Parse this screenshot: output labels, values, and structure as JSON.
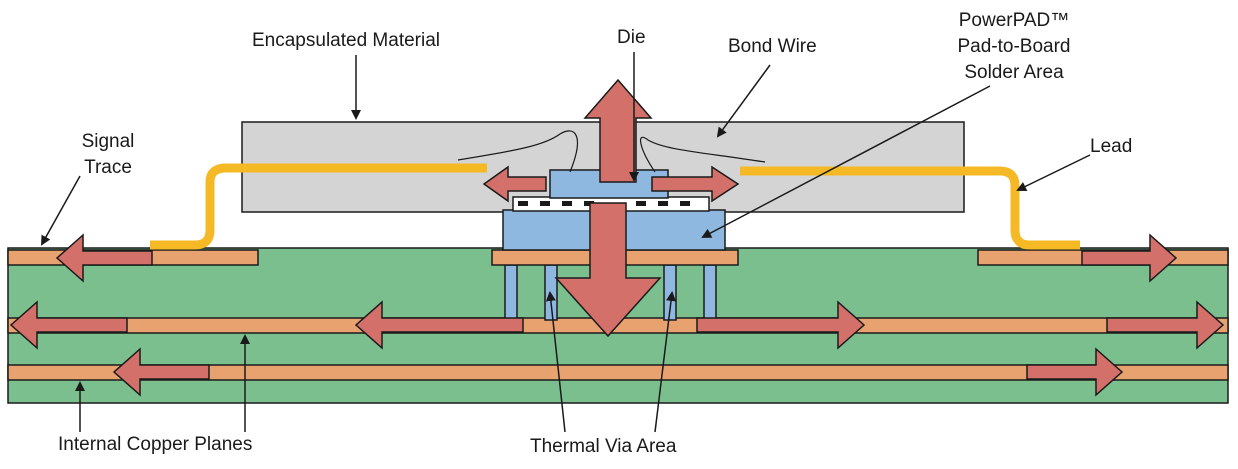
{
  "labels": {
    "encapsulated_material": "Encapsulated Material",
    "die": "Die",
    "bond_wire": "Bond Wire",
    "powerpad_line1": "PowerPAD™",
    "powerpad_line2": "Pad-to-Board",
    "powerpad_line3": "Solder Area",
    "signal_trace_line1": "Signal",
    "signal_trace_line2": "Trace",
    "lead": "Lead",
    "internal_copper_planes": "Internal Copper Planes",
    "thermal_via_area": "Thermal Via Area"
  },
  "colors": {
    "pcb_green": "#7bbf8f",
    "copper": "#e8a26f",
    "package_gray": "#d4d4d4",
    "die_blue": "#8fb8e0",
    "lead_yellow": "#f5b925",
    "heat_arrow": "#d4706a",
    "outline": "#1a1a1a"
  }
}
